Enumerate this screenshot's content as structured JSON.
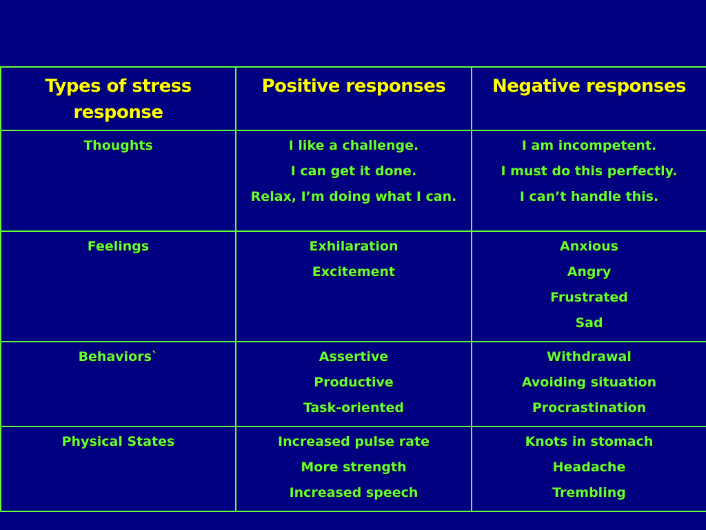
{
  "table": {
    "headers": [
      "Types of stress response",
      "Positive responses",
      "Negative responses"
    ],
    "rows": [
      {
        "type": "Thoughts",
        "positive": [
          "I like a challenge.",
          "I can get it done.",
          "Relax, I’m doing what I can."
        ],
        "negative": [
          "I am incompetent.",
          "I must do this perfectly.",
          "I can’t handle this."
        ]
      },
      {
        "type": "Feelings",
        "positive": [
          "Exhilaration",
          "Excitement"
        ],
        "negative": [
          "Anxious",
          "Angry",
          "Frustrated",
          "Sad"
        ]
      },
      {
        "type": "Behaviors`",
        "positive": [
          "Assertive",
          "Productive",
          "Task-oriented"
        ],
        "negative": [
          "Withdrawal",
          "Avoiding situation",
          "Procrastination"
        ]
      },
      {
        "type": "Physical States",
        "positive": [
          "Increased pulse rate",
          "More strength",
          "Increased speech"
        ],
        "negative": [
          "Knots in stomach",
          "Headache",
          "Trembling"
        ]
      }
    ]
  },
  "colors": {
    "background": "#000080",
    "header_text": "#ffff00",
    "body_text": "#66ff33",
    "border": "#66ff33"
  }
}
